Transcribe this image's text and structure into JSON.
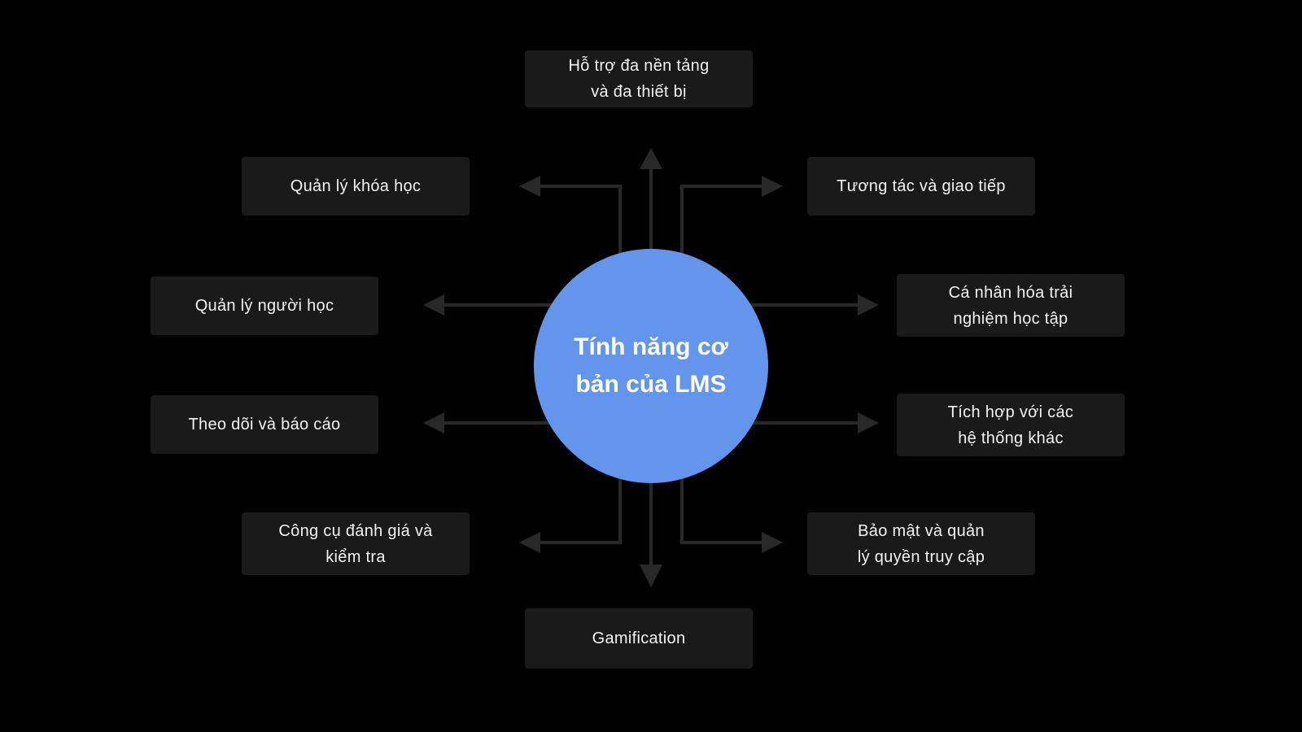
{
  "diagram": {
    "center": {
      "label": "Tính năng cơ bản của LMS"
    },
    "nodes": [
      {
        "position": "top",
        "label": "Hỗ trợ đa nền tảng và đa thiết bị"
      },
      {
        "position": "top-left",
        "label": "Quản lý khóa học"
      },
      {
        "position": "top-right",
        "label": "Tương tác và giao tiếp"
      },
      {
        "position": "left-upper",
        "label": "Quản lý người học"
      },
      {
        "position": "right-upper",
        "label": "Cá nhân hóa trải nghiệm học tập"
      },
      {
        "position": "left-lower",
        "label": "Theo dõi và báo cáo"
      },
      {
        "position": "right-lower",
        "label": "Tích hợp với các hệ thống khác"
      },
      {
        "position": "bottom-left",
        "label": "Công cụ đánh giá và kiểm tra"
      },
      {
        "position": "bottom-right",
        "label": "Bảo mật và quản lý quyền truy cập"
      },
      {
        "position": "bottom",
        "label": "Gamification"
      }
    ],
    "colors": {
      "background": "#000000",
      "node_bg": "#1a1a1a",
      "node_text": "#f2f2f2",
      "center_bg": "#6495ed",
      "center_text": "#ffffff",
      "arrow": "#282828"
    }
  }
}
